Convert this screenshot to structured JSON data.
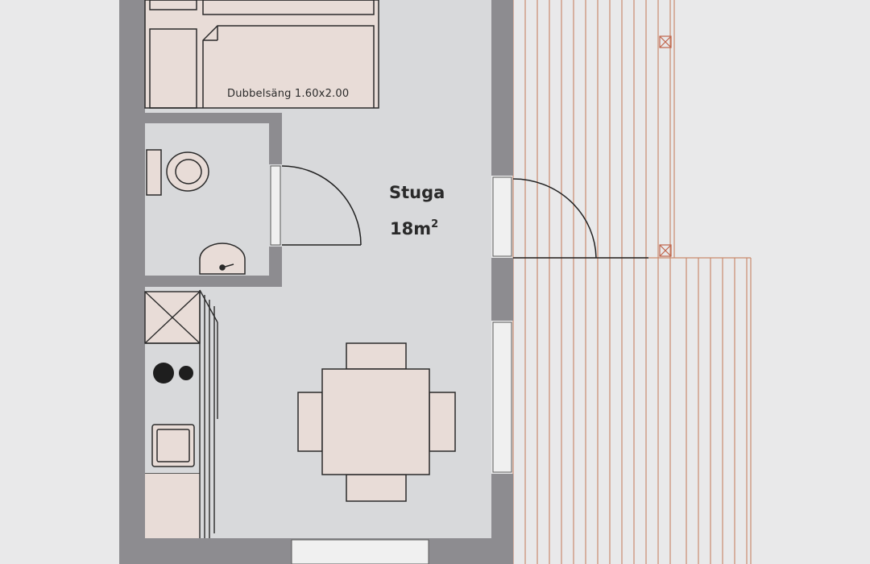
{
  "plan": {
    "room_name": "Stuga",
    "room_area_value": "18m",
    "room_area_exponent": "2",
    "bed_label": "Dubbelsäng 1.60x2.00"
  },
  "colors": {
    "background": "#e9e9ea",
    "floor": "#d8d9db",
    "wall": "#8d8c90",
    "deck_line": "#c98a6e",
    "furniture": "#e8dcd7",
    "outline": "#3a3a3a"
  }
}
